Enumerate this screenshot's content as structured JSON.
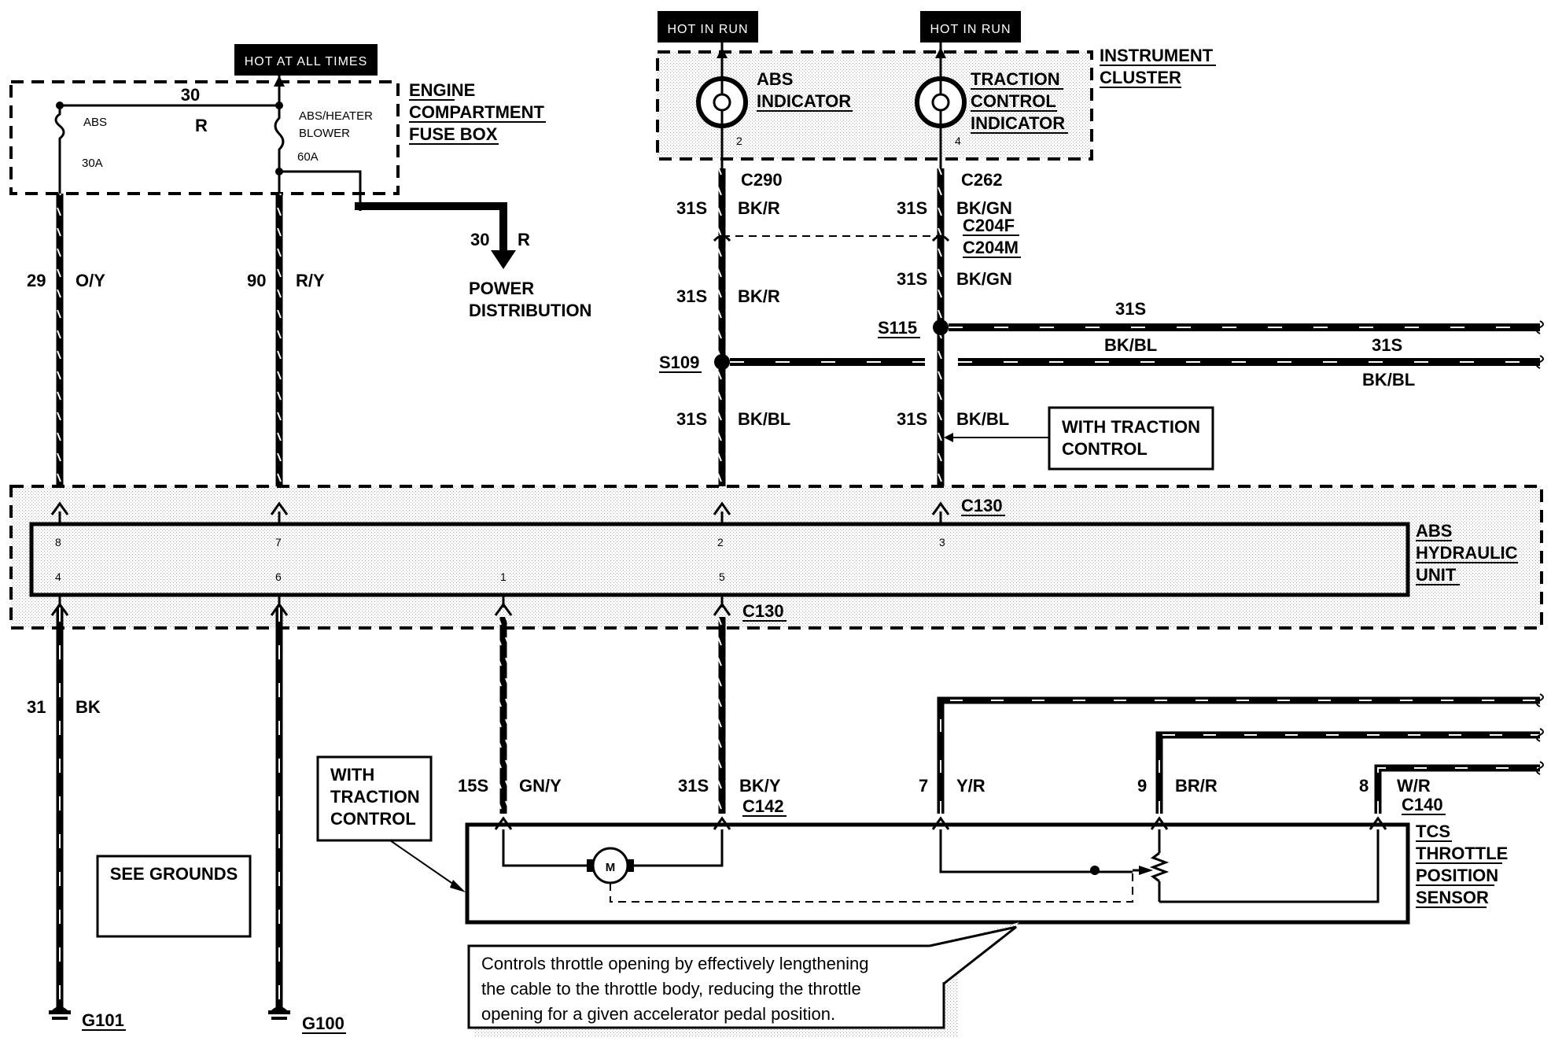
{
  "header_tags": {
    "hot_at_all_times": "HOT AT ALL TIMES",
    "hot_in_run_1": "HOT IN RUN",
    "hot_in_run_2": "HOT IN RUN"
  },
  "fuse_box": {
    "title_1": "ENGINE",
    "title_2": "COMPARTMENT",
    "title_3": "FUSE BOX",
    "bus_circuit": "30",
    "bus_color": "R",
    "fuse1_name": "ABS",
    "fuse1_rating": "30A",
    "fuse2_name_1": "ABS/HEATER",
    "fuse2_name_2": "BLOWER",
    "fuse2_rating": "60A"
  },
  "power_dist": {
    "circuit": "30",
    "color": "R",
    "label_1": "POWER",
    "label_2": "DISTRIBUTION"
  },
  "cluster": {
    "title_1": "INSTRUMENT",
    "title_2": "CLUSTER",
    "abs_ind_1": "ABS",
    "abs_ind_2": "INDICATOR",
    "abs_pin": "2",
    "tc_ind_1": "TRACTION",
    "tc_ind_2": "CONTROL",
    "tc_ind_3": "INDICATOR",
    "tc_pin": "4"
  },
  "upper_wires": {
    "w29": "29",
    "w29_color": "O/Y",
    "w90": "90",
    "w90_color": "R/Y",
    "c290": "C290",
    "c262": "C262",
    "a_top_circuit": "31S",
    "a_top_color": "BK/R",
    "b_top_circuit": "31S",
    "b_top_color": "BK/GN",
    "c204f": "C204F",
    "c204m": "C204M",
    "a_mid_circuit": "31S",
    "a_mid_color": "BK/R",
    "b_mid_circuit": "31S",
    "b_mid_color": "BK/GN",
    "s115": "S115",
    "s109": "S109",
    "h1_circuit": "31S",
    "h1_color": "BK/BL",
    "h2_circuit": "31S",
    "h2_color": "BK/BL",
    "a_bot_circuit": "31S",
    "a_bot_color": "BK/BL",
    "b_bot_circuit": "31S",
    "b_bot_color": "BK/BL"
  },
  "with_tc_1": {
    "line1": "WITH TRACTION",
    "line2": "CONTROL"
  },
  "hydraulic_unit": {
    "title_1": "ABS",
    "title_2": "HYDRAULIC",
    "title_3": "UNIT",
    "c130_top": "C130",
    "c130_bottom": "C130",
    "pin_8": "8",
    "pin_7": "7",
    "pin_2": "2",
    "pin_3": "3",
    "pin_4": "4",
    "pin_6": "6",
    "pin_1": "1",
    "pin_5": "5"
  },
  "lower_wires": {
    "w31": "31",
    "w31_color": "BK",
    "m1_circuit": "15S",
    "m1_color": "GN/Y",
    "m2_circuit": "31S",
    "m2_color": "BK/Y",
    "c142": "C142",
    "t7": "7",
    "t7_color": "Y/R",
    "t9": "9",
    "t9_color": "BR/R",
    "t8": "8",
    "t8_color": "W/R",
    "c140": "C140"
  },
  "with_tc_2": {
    "line1": "WITH",
    "line2": "TRACTION",
    "line3": "CONTROL"
  },
  "see_grounds": "SEE GROUNDS",
  "grounds": {
    "g101": "G101",
    "g100": "G100"
  },
  "motor_label": "M",
  "tcs": {
    "title_1": "TCS",
    "title_2": "THROTTLE",
    "title_3": "POSITION",
    "title_4": "SENSOR"
  },
  "note": {
    "line1": "Controls throttle opening by effectively lengthening",
    "line2": "the cable to the throttle body, reducing the throttle",
    "line3": "opening for a given accelerator pedal position."
  }
}
